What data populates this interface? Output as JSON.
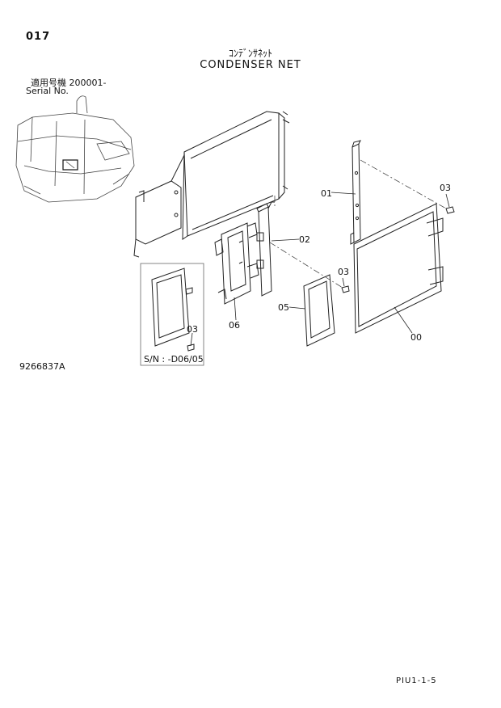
{
  "header": {
    "page_number": "017",
    "title_jp": "ｺﾝﾃﾞﾝｻﾈｯﾄ",
    "title_en": "CONDENSER NET",
    "serial_label_jp": "適用号機  200001-",
    "serial_label_en": "Serial No."
  },
  "callouts": {
    "part_00": "00",
    "part_01": "01",
    "part_02": "02",
    "part_03_right": "03",
    "part_03_mid": "03",
    "part_03_inset": "03",
    "part_05": "05",
    "part_06": "06"
  },
  "inset": {
    "sn_label": "S/N : -D06/05"
  },
  "footer": {
    "drawing_number": "9266837A",
    "page_code": "PIU1-1-5"
  }
}
